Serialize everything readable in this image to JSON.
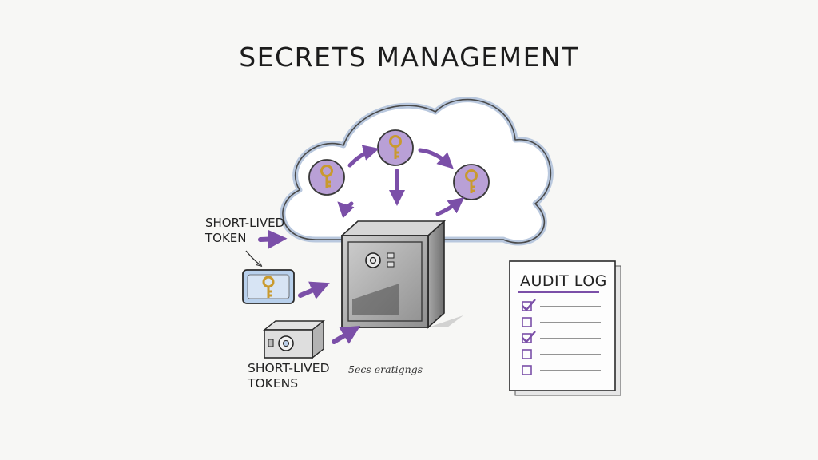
{
  "title": "SECRETS MANAGEMENT",
  "labels": {
    "short_lived_token": [
      "SHORT-LIVED",
      "TOKEN"
    ],
    "short_lived_tokens": [
      "SHORT-LIVED",
      "TOKENS"
    ],
    "scribble": "5ecs eratigngs"
  },
  "audit_log": {
    "title": "AUDIT LOG",
    "entries": [
      {
        "checked": true
      },
      {
        "checked": false
      },
      {
        "checked": true
      },
      {
        "checked": false
      },
      {
        "checked": false
      }
    ]
  },
  "icons": {
    "cloud": "cloud-icon",
    "key": "key-icon",
    "safe": "safe-icon",
    "arrow": "arrow-icon",
    "checkbox": "checkbox-icon",
    "device": "hardware-device-icon"
  },
  "colors": {
    "accent": "#7b4fa8",
    "key_circle": "#b9a0d6",
    "key_gold": "#d9b24a",
    "cloud_outline": "#b9c8de",
    "safe_gray": "#9a9a9a",
    "ink": "#2a2a2a"
  }
}
